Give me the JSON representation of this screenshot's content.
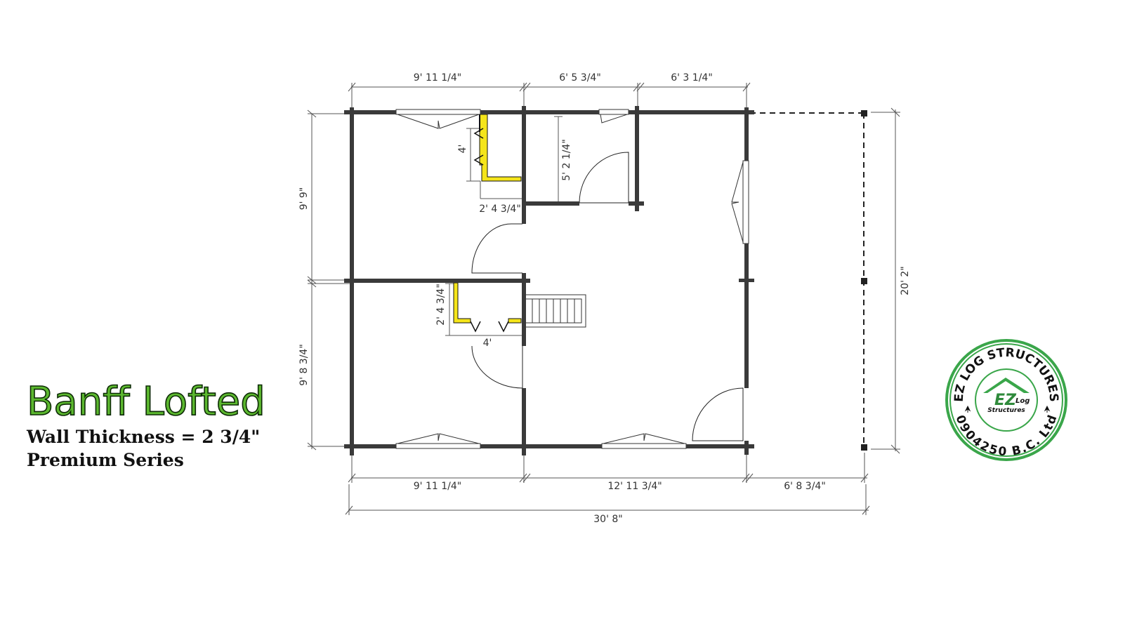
{
  "plan": {
    "title": "Banff Lofted",
    "wall_thickness": "Wall Thickness = 2 3/4\"",
    "series": "Premium Series"
  },
  "dimensions": {
    "top_left": "9' 11 1/4\"",
    "top_mid": "6' 5 3/4\"",
    "top_right": "6' 3 1/4\"",
    "bottom_left": "9' 11 1/4\"",
    "bottom_mid": "12' 11 3/4\"",
    "bottom_right": "6' 8 3/4\"",
    "overall_width": "30' 8\"",
    "left_upper": "9' 9\"",
    "left_lower": "9' 8 3/4\"",
    "right_overall": "20' 2\"",
    "bath_height": "5' 2 1/4\"",
    "closet1_width": "4'",
    "closet1_depth": "2' 4 3/4\"",
    "closet2_depth": "2' 4 3/4\"",
    "closet2_width": "4'"
  },
  "seal": {
    "arc_text": "EZ LOG STRUCTURES",
    "bottom_text": "0904250 B.C. Ltd",
    "logo_big": "EZ",
    "logo_small": "Log",
    "logo_sub": "Structures"
  },
  "colors": {
    "wall": "#3a3a3a",
    "closet": "#f5e51a",
    "title_green": "#5cb82f",
    "seal_green": "#3aa64a"
  }
}
